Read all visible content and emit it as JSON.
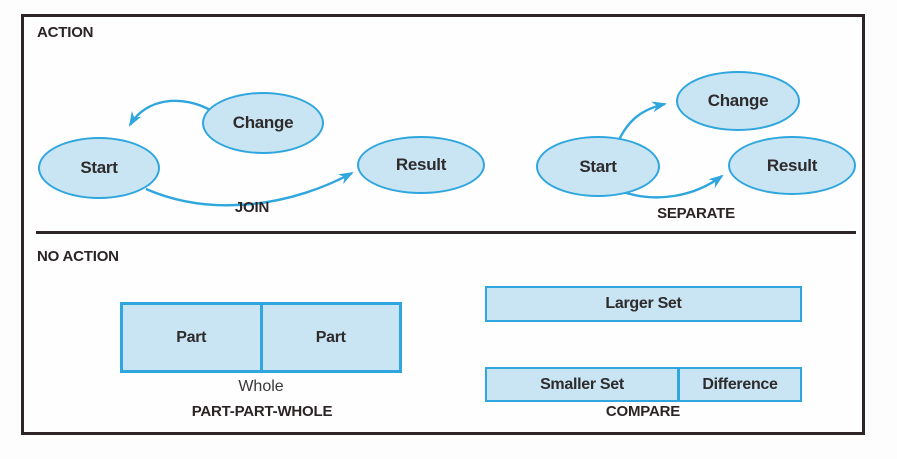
{
  "colors": {
    "shape_fill": "#c9e5f4",
    "shape_border": "#2fa6dd",
    "frame_border": "#2d2526",
    "text": "#231f20"
  },
  "sections": {
    "action": {
      "heading": "ACTION",
      "join": {
        "label": "JOIN",
        "start": "Start",
        "change": "Change",
        "result": "Result"
      },
      "separate": {
        "label": "SEPARATE",
        "start": "Start",
        "change": "Change",
        "result": "Result"
      }
    },
    "no_action": {
      "heading": "NO ACTION",
      "part_part_whole": {
        "label": "PART-PART-WHOLE",
        "part1": "Part",
        "part2": "Part",
        "whole": "Whole"
      },
      "compare": {
        "label": "COMPARE",
        "larger": "Larger Set",
        "smaller": "Smaller Set",
        "difference": "Difference"
      }
    }
  }
}
